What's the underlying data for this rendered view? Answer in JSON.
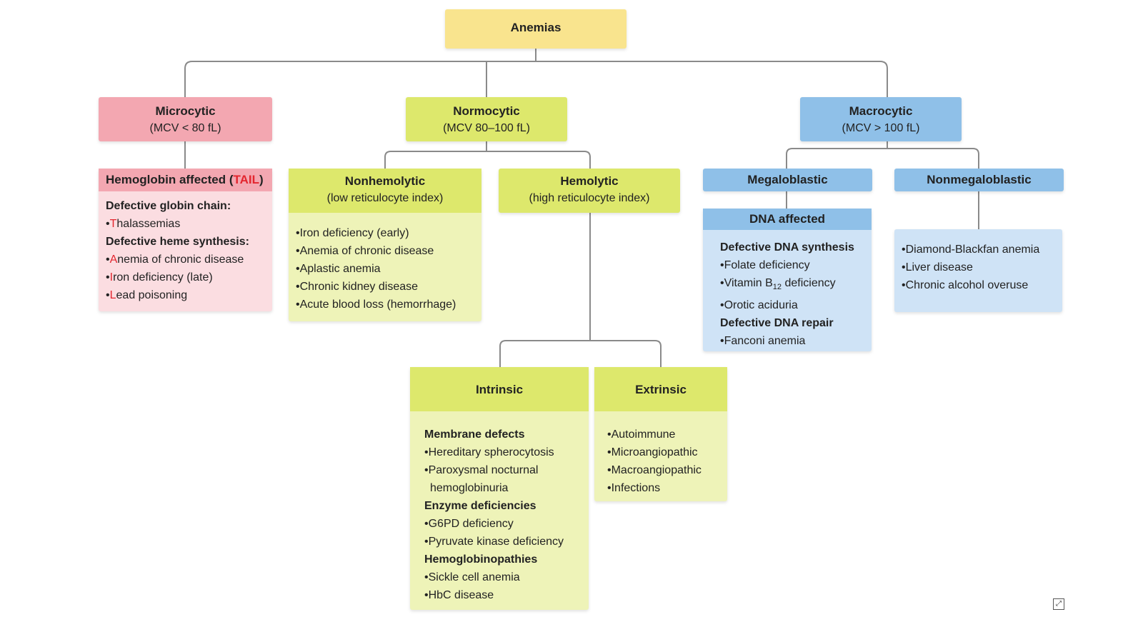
{
  "root": {
    "title": "Anemias"
  },
  "microcytic": {
    "title": "Microcytic",
    "sub": "(MCV < 80 fL)",
    "hb_title_prefix": "Hemoglobin affected (",
    "hb_title_tail": "TAIL",
    "hb_title_suffix": ")",
    "globin_heading": "Defective globin chain:",
    "globin_items": [
      {
        "first": "T",
        "rest": "halassemias"
      }
    ],
    "heme_heading": "Defective heme synthesis:",
    "heme_items": [
      {
        "first": "A",
        "rest": "nemia of chronic disease"
      },
      {
        "first": "I",
        "rest": "ron deficiency (late)"
      },
      {
        "first": "L",
        "rest": "ead poisoning"
      }
    ]
  },
  "normocytic": {
    "title": "Normocytic",
    "sub": "(MCV 80–100 fL)",
    "nonhemolytic": {
      "title": "Nonhemolytic",
      "sub": "(low reticulocyte index)",
      "items": [
        "•Iron deficiency (early)",
        "•Anemia of chronic disease",
        "•Aplastic anemia",
        "•Chronic kidney disease",
        "•Acute blood loss (hemorrhage)"
      ]
    },
    "hemolytic": {
      "title": "Hemolytic",
      "sub": "(high reticulocyte index)"
    },
    "intrinsic": {
      "title": "Intrinsic",
      "membrane_heading": "Membrane defects",
      "membrane_items": [
        "•Hereditary spherocytosis",
        "•Paroxysmal nocturnal",
        "hemoglobinuria"
      ],
      "enzyme_heading": "Enzyme deficiencies",
      "enzyme_items": [
        "•G6PD deficiency",
        "•Pyruvate kinase deficiency"
      ],
      "hbpath_heading": "Hemoglobinopathies",
      "hbpath_items": [
        "•Sickle cell anemia",
        "•HbC disease"
      ]
    },
    "extrinsic": {
      "title": "Extrinsic",
      "items": [
        "•Autoimmune",
        "•Microangiopathic",
        "•Macroangiopathic",
        "•Infections"
      ]
    }
  },
  "macrocytic": {
    "title": "Macrocytic",
    "sub": "(MCV > 100 fL)",
    "megaloblastic": {
      "title": "Megaloblastic",
      "dna_title": "DNA affected",
      "synth_heading": "Defective DNA synthesis",
      "folate": "•Folate deficiency",
      "b12_prefix": "•Vitamin B",
      "b12_sub": "12",
      "b12_suffix": " deficiency",
      "orotic": "•Orotic aciduria",
      "repair_heading": "Defective DNA repair",
      "fanconi": "•Fanconi anemia"
    },
    "nonmegaloblastic": {
      "title": "Nonmegaloblastic",
      "items": [
        "•Diamond-Blackfan anemia",
        "•Liver disease",
        "•Chronic alcohol overuse"
      ]
    }
  },
  "colors": {
    "root": "#f9e48e",
    "micro": "#f3a7b1",
    "normo": "#dde86c",
    "macro": "#8fc0e8",
    "line": "#777777"
  },
  "icons": {
    "corner": "expand-icon"
  }
}
